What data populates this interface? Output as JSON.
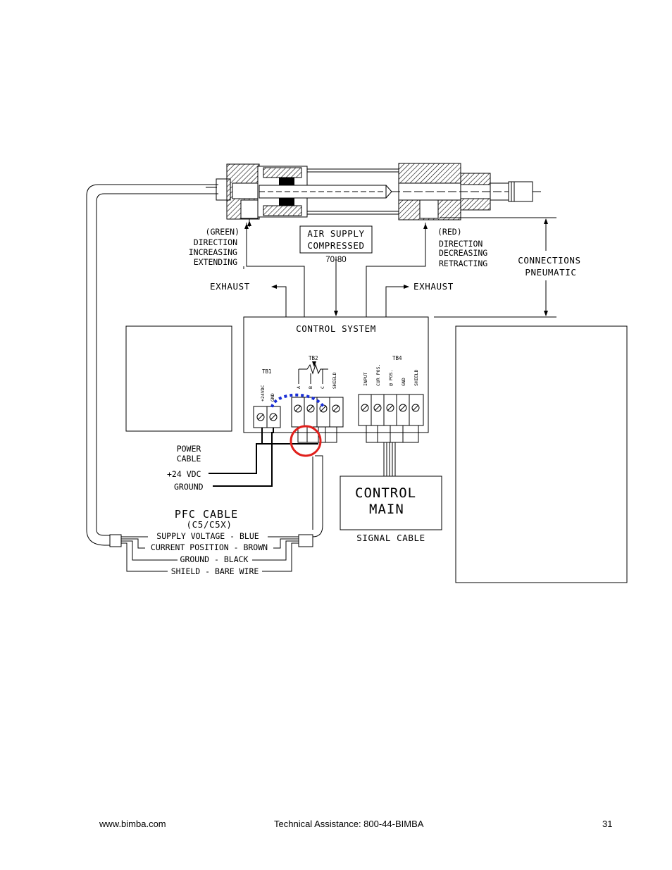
{
  "cylinder": {
    "green_label": [
      "(GREEN)",
      "DIRECTION",
      "INCREASING",
      "EXTENDING"
    ],
    "red_label": [
      "(RED)",
      "DIRECTION",
      "DECREASING",
      "RETRACTING"
    ],
    "air_supply": [
      "AIR SUPPLY",
      "COMPRESSED"
    ],
    "pressure": "70-80",
    "pneumatic": [
      "CONNECTIONS",
      "PNEUMATIC"
    ],
    "exhaust_left": "EXHAUST",
    "exhaust_right": "EXHAUST"
  },
  "control_system": {
    "title": "CONTROL SYSTEM",
    "tb1": {
      "name": "TB1",
      "terminals": [
        "+24VDC",
        "GND"
      ]
    },
    "tb2": {
      "name": "TB2",
      "terminals": [
        "A",
        "B",
        "C",
        "SHIELD"
      ]
    },
    "tb4": {
      "name": "TB4",
      "terminals": [
        "INPUT",
        "CUR POS.",
        "@ POS.",
        "GND",
        "SHIELD"
      ]
    }
  },
  "power": {
    "label": [
      "POWER",
      "CABLE"
    ],
    "vdc": "+24 VDC",
    "ground": "GROUND"
  },
  "pfc": {
    "title": [
      "PFC CABLE",
      "(C5/C5X)"
    ],
    "wires": [
      "SUPPLY VOLTAGE - BLUE",
      "CURRENT POSITION - BROWN",
      "GROUND - BLACK",
      "SHIELD - BARE WIRE"
    ]
  },
  "main_control": {
    "title": [
      "CONTROL",
      "MAIN"
    ],
    "signal": "SIGNAL CABLE"
  },
  "colors": {
    "highlight_circle": "#e0201c",
    "jumper": "#1a2fd6"
  },
  "footer": {
    "website": "www.bimba.com",
    "assistance": "Technical Assistance: 800-44-BIMBA",
    "page": "31"
  }
}
